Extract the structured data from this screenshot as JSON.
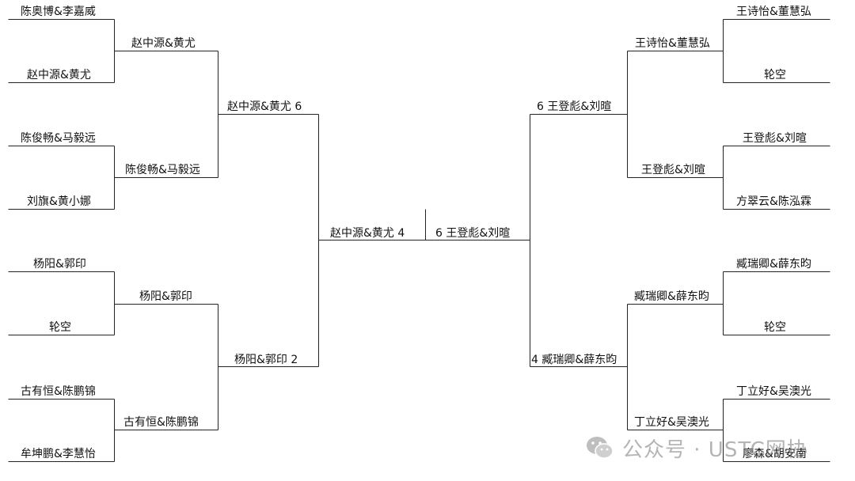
{
  "left": {
    "round1": [
      "陈奥博&李嘉威",
      "赵中源&黄尤",
      "陈俊畅&马毅远",
      "刘旗&黄小娜",
      "杨阳&郭印",
      "轮空",
      "古有恒&陈鹏锦",
      "牟坤鹏&李慧怡"
    ],
    "round2": [
      "赵中源&黄尤",
      "陈俊畅&马毅远",
      "杨阳&郭印",
      "古有恒&陈鹏锦"
    ],
    "round3": [
      "赵中源&黄尤 6",
      "杨阳&郭印 2"
    ],
    "final": "赵中源&黄尤 4"
  },
  "right": {
    "round1": [
      "王诗怡&董慧弘",
      "轮空",
      "王登彪&刘暄",
      "方翠云&陈泓霖",
      "臧瑞卿&薛东昀",
      "轮空",
      "丁立好&吴澳光",
      "廖森&胡安南"
    ],
    "round2": [
      "王诗怡&董慧弘",
      "王登彪&刘暄",
      "臧瑞卿&薛东昀",
      "丁立好&吴澳光"
    ],
    "round3": [
      "6 王登彪&刘暄",
      "4 臧瑞卿&薛东昀"
    ],
    "final": "6 王登彪&刘暄"
  },
  "watermark": {
    "text": "公众号 · USTC网协",
    "icon": "wechat-icon",
    "color": "#777777"
  },
  "colors": {
    "line": "#222222",
    "text": "#111111",
    "background": "#ffffff"
  }
}
